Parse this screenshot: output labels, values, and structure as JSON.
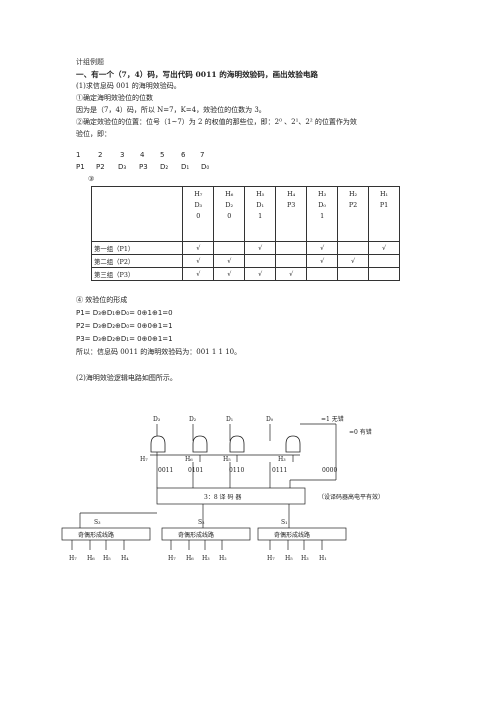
{
  "page_title": "计组例题",
  "question_heading": "一、有一个（7，4）码，写出代码 0011 的海明效验码，画出效验电路",
  "part1": {
    "label": "(1)求信息码 001 的海明效验码。",
    "step1": "①确定海明效验位的位数",
    "step1_text": "因为是（7，4）码，所以 N=7，K=4，效验位的位数为 3。",
    "step2_line1": "②确定效验位的位置：位号（1~7）为 2 的权值的那些位，即：2⁰ 、2¹、2² 的位置作为效",
    "step2_line2": "验位，即：",
    "positions_row": [
      "1",
      "2",
      "3",
      "4",
      "5",
      "6",
      "7"
    ],
    "symbols_row": [
      "P1",
      "P2",
      "D₃",
      "P3",
      "D₂",
      "D₁",
      "D₀"
    ],
    "step3": "③"
  },
  "table": {
    "headers": [
      {
        "h": "H₇",
        "sub": "D₃",
        "val": "0"
      },
      {
        "h": "H₆",
        "sub": "D₂",
        "val": "0"
      },
      {
        "h": "H₅",
        "sub": "D₁",
        "val": "1"
      },
      {
        "h": "H₄",
        "sub": "P3",
        "val": ""
      },
      {
        "h": "H₃",
        "sub": "D₀",
        "val": "1"
      },
      {
        "h": "H₂",
        "sub": "P2",
        "val": ""
      },
      {
        "h": "H₁",
        "sub": "P1",
        "val": ""
      }
    ],
    "rows": [
      {
        "label": "第一组（P1）",
        "cells": [
          "√",
          "",
          "√",
          "",
          "√",
          "",
          "√"
        ]
      },
      {
        "label": "第二组（P2）",
        "cells": [
          "√",
          "√",
          "",
          "",
          "√",
          "√",
          ""
        ]
      },
      {
        "label": "第三组（P3）",
        "cells": [
          "√",
          "√",
          "√",
          "√",
          "",
          "",
          ""
        ]
      }
    ]
  },
  "step4": {
    "label": "④ 效验位的形成",
    "p1": "P1= D₃⊕D₁⊕D₀= 0⊕1⊕1=0",
    "p2": "P2= D₃⊕D₂⊕D₀= 0⊕0⊕1=1",
    "p3": "P3= D₃⊕D₂⊕D₁= 0⊕0⊕1=1",
    "conclusion": "所以：信息码 0011 的海明效验码为：001 1 1 10。"
  },
  "part2": {
    "label": "(2)海明效验逻辑电路如图所示。"
  },
  "circuit": {
    "top_inputs": [
      "D₃",
      "D₂",
      "D₁",
      "D₀"
    ],
    "right_labels": [
      "=1 无错",
      "=0 有错"
    ],
    "gate_labels": [
      "H₇",
      "H₆",
      "H₅",
      "H₃"
    ],
    "codes": [
      "0011",
      "0101",
      "0110",
      "0111",
      "0000"
    ],
    "decoder": "3：8 译 码 器",
    "decoder_note": "（设译码器高电平有效）",
    "s_labels": [
      "S₃",
      "S₂",
      "S₁"
    ],
    "parity_box": "奇偶形成线路",
    "bottom_groups": [
      [
        "H₇",
        "H₆",
        "H₅",
        "H₄"
      ],
      [
        "H₇",
        "H₆",
        "H₃",
        "H₂"
      ],
      [
        "H₇",
        "H₅",
        "H₃",
        "H₁"
      ]
    ]
  }
}
